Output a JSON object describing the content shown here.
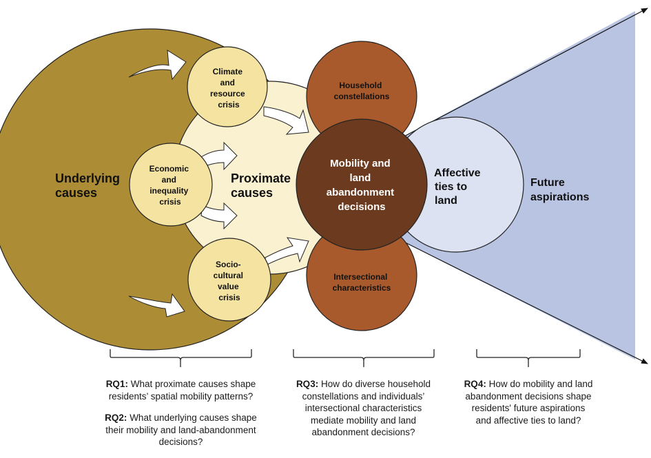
{
  "colors": {
    "underlying": "#ad8c36",
    "proximate": "#faf1d1",
    "crisis": "#f5e3a1",
    "household": "#a95a2c",
    "intersectional": "#a95a2c",
    "mobility": "#6c3b1f",
    "affective": "#dde2f2",
    "future": "#b8c4e2",
    "stroke": "#222222",
    "arrow_fill": "#ffffff"
  },
  "labels": {
    "underlying": [
      "Underlying",
      "causes"
    ],
    "proximate": [
      "Proximate",
      "causes"
    ],
    "climate": [
      "Climate",
      "and",
      "resource",
      "crisis"
    ],
    "economic": [
      "Economic",
      "and",
      "inequality",
      "crisis"
    ],
    "sociocultural": [
      "Socio-",
      "cultural",
      "value",
      "crisis"
    ],
    "household": [
      "Household",
      "constellations"
    ],
    "intersectional": [
      "Intersectional",
      "characteristics"
    ],
    "mobility": [
      "Mobility and",
      "land",
      "abandonment",
      "decisions"
    ],
    "affective": [
      "Affective",
      "ties to",
      "land"
    ],
    "future": [
      "Future",
      "aspirations"
    ]
  },
  "research_questions": {
    "rq1": {
      "tag": "RQ1:",
      "text": " What proximate causes shape residents’ spatial mobility patterns?"
    },
    "rq2": {
      "tag": "RQ2:",
      "text": " What underlying causes shape their mobility and land-abandonment decisions?"
    },
    "rq3": {
      "tag": "RQ3:",
      "text": " How do diverse household constellations and individuals’ intersectional characteristics mediate mobility and land abandonment decisions?"
    },
    "rq4": {
      "tag": "RQ4:",
      "text": " How do mobility and land abandonment decisions shape residents' future aspirations and affective ties to land?"
    }
  }
}
